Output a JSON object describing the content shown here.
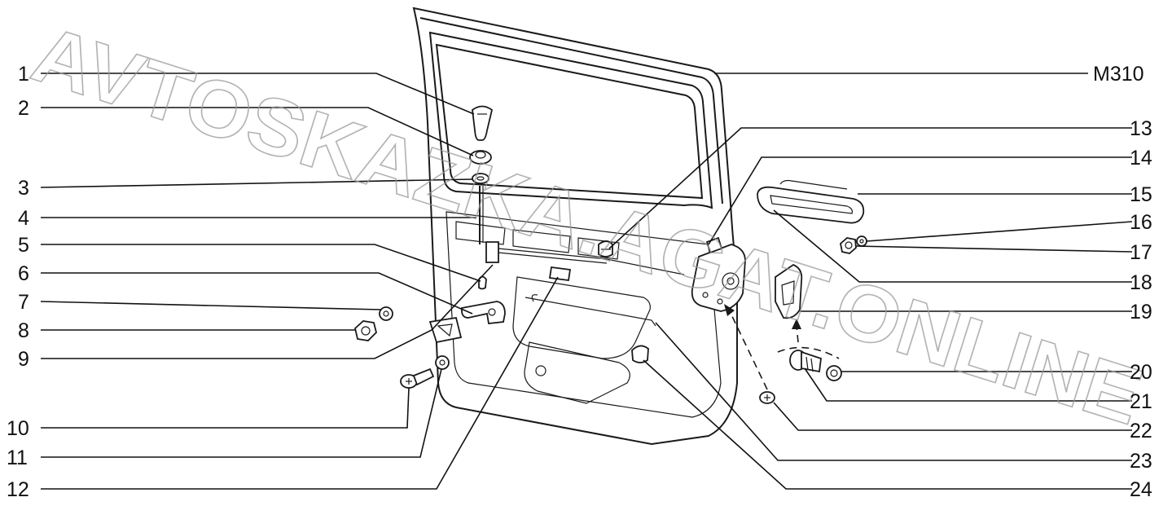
{
  "diagram_code": "M310",
  "watermark": "AVTOSKAZKA.AGAT.ONLINE",
  "left_callouts": [
    "1",
    "2",
    "3",
    "4",
    "5",
    "6",
    "7",
    "8",
    "9",
    "10",
    "11",
    "12"
  ],
  "right_callouts": [
    "13",
    "14",
    "15",
    "16",
    "17",
    "18",
    "19",
    "20",
    "21",
    "22",
    "23",
    "24"
  ]
}
